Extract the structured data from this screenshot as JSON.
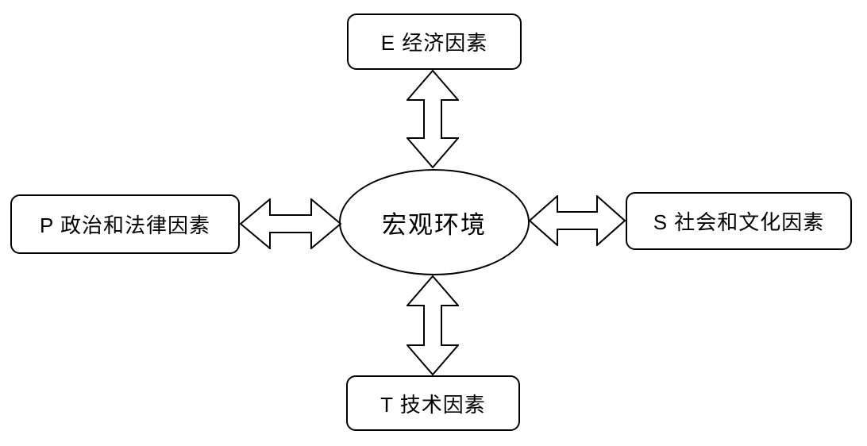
{
  "diagram": {
    "center_label": "宏观环境",
    "nodes": {
      "economic": {
        "label": "E 经济因素"
      },
      "political": {
        "label": "P 政治和法律因素"
      },
      "social": {
        "label": "S 社会和文化因素"
      },
      "technical": {
        "label": "T 技术因素"
      }
    },
    "connectors": {
      "style": "hollow-double-headed-arrow",
      "count": 4
    },
    "colors": {
      "stroke": "#000000",
      "shape_fill": "#ffffff",
      "background": "#ffffff",
      "text": "#000000"
    }
  }
}
